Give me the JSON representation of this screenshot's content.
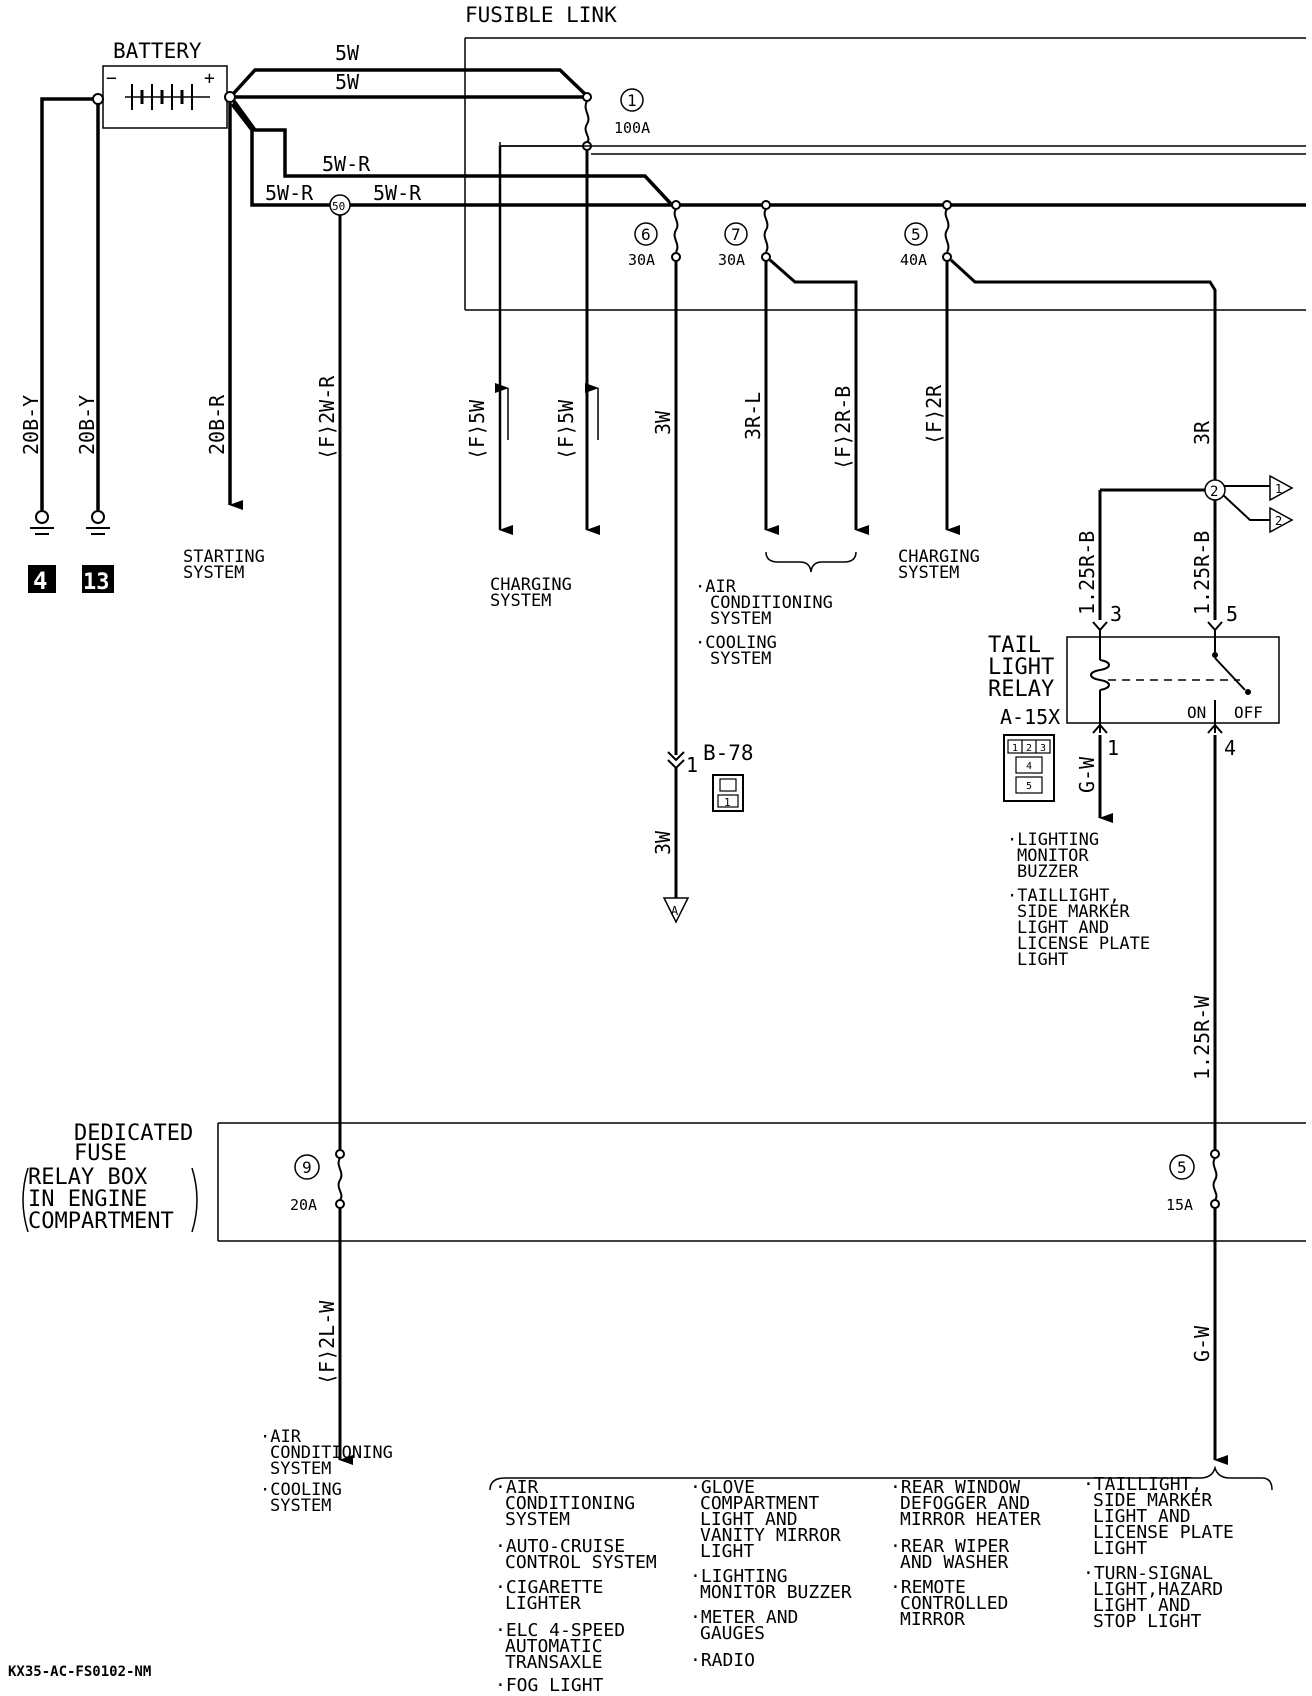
{
  "labels": {
    "fusible_link": "FUSIBLE LINK",
    "battery": "BATTERY",
    "battery_minus": "−",
    "battery_plus": "+",
    "dedicated_fuse_1": "DEDICATED",
    "dedicated_fuse_2": "FUSE",
    "dedicated_fuse_3": "RELAY BOX",
    "dedicated_fuse_4": "IN ENGINE",
    "dedicated_fuse_5": "COMPARTMENT",
    "tail_relay_1": "TAIL",
    "tail_relay_2": "LIGHT",
    "tail_relay_3": "RELAY",
    "tail_relay_connector": "A-15X",
    "relay_on": "ON",
    "relay_off": "OFF",
    "connector_b78": "B-78",
    "footer_code": "KX35-AC-FS0102-NM"
  },
  "wires": {
    "batt_1": "5W",
    "batt_2": "5W",
    "batt_3": "5W-R",
    "batt_4": "5W-R",
    "batt_5": "5W-R",
    "ground_1": "20B-Y",
    "ground_2": "20B-Y",
    "starter": "20B-R",
    "dedicated_feed": "⟨F⟩2W-R",
    "charge_1": "⟨F⟩5W",
    "charge_2": "⟨F⟩5W",
    "fuse6_out": "3W",
    "fuse7_out_a": "3R-L",
    "fuse7_out_b": "⟨F⟩2R-B",
    "fuse5_out_a": "⟨F⟩2R",
    "fuse5_out_b": "3R",
    "relay_in_1": "1.25R-B",
    "relay_in_2": "1.25R-B",
    "relay_out_1": "G-W",
    "relay_out_2": "1.25R-W",
    "b78_out": "3W",
    "fuse9_out": "⟨F⟩2L-W",
    "dfuse5_out": "G-W"
  },
  "fuses": {
    "f1_num": "1",
    "f1_amp": "100A",
    "f6_num": "6",
    "f6_amp": "30A",
    "f7_num": "7",
    "f7_amp": "30A",
    "f5_num": "5",
    "f5_amp": "40A",
    "d9_num": "9",
    "d9_amp": "20A",
    "d5_num": "5",
    "d5_amp": "15A"
  },
  "nodes": {
    "splice_50": "50",
    "splice_2": "2",
    "ref_1": "1",
    "ref_2": "2",
    "ref_a": "A",
    "ground_4": "4",
    "ground_13": "13"
  },
  "pins": {
    "p3": "3",
    "p5": "5",
    "p1": "1",
    "p4": "4",
    "b78_pin": "1",
    "conn_1": "1",
    "conn_2": "2",
    "conn_3": "3",
    "conn_4": "4",
    "conn_5": "5",
    "b78_c1": "1"
  },
  "systems": {
    "starting_1": "STARTING",
    "starting_2": "SYSTEM",
    "charging_a1": "CHARGING",
    "charging_a2": "SYSTEM",
    "charging_b1": "CHARGING",
    "charging_b2": "SYSTEM",
    "ac_a1": "·AIR",
    "ac_a2": "CONDITIONING",
    "ac_a3": "SYSTEM",
    "cool_a1": "·COOLING",
    "cool_a2": "SYSTEM",
    "lm_1": "·LIGHTING",
    "lm_2": "MONITOR",
    "lm_3": "BUZZER",
    "tl_1": "·TAILLIGHT,",
    "tl_2": "SIDE MARKER",
    "tl_3": "LIGHT AND",
    "tl_4": "LICENSE PLATE",
    "tl_5": "LIGHT",
    "ac_b1": "·AIR",
    "ac_b2": "CONDITIONING",
    "ac_b3": "SYSTEM",
    "cool_b1": "·COOLING",
    "cool_b2": "SYSTEM"
  },
  "bottom_list": {
    "c1_1a": "·AIR",
    "c1_1b": "CONDITIONING",
    "c1_1c": "SYSTEM",
    "c1_2a": "·AUTO-CRUISE",
    "c1_2b": "CONTROL SYSTEM",
    "c1_3a": "·CIGARETTE",
    "c1_3b": "LIGHTER",
    "c1_4a": "·ELC 4-SPEED",
    "c1_4b": "AUTOMATIC",
    "c1_4c": "TRANSAXLE",
    "c1_5a": "·FOG LIGHT",
    "c2_1a": "·GLOVE",
    "c2_1b": "COMPARTMENT",
    "c2_1c": "LIGHT AND",
    "c2_1d": "VANITY MIRROR",
    "c2_1e": "LIGHT",
    "c2_2a": "·LIGHTING",
    "c2_2b": "MONITOR BUZZER",
    "c2_3a": "·METER AND",
    "c2_3b": "GAUGES",
    "c2_4a": "·RADIO",
    "c3_1a": "·REAR WINDOW",
    "c3_1b": "DEFOGGER AND",
    "c3_1c": "MIRROR HEATER",
    "c3_2a": "·REAR WIPER",
    "c3_2b": "AND WASHER",
    "c3_3a": "·REMOTE",
    "c3_3b": "CONTROLLED",
    "c3_3c": "MIRROR",
    "c4_1a": "·TAILLIGHT,",
    "c4_1b": "SIDE MARKER",
    "c4_1c": "LIGHT AND",
    "c4_1d": "LICENSE PLATE",
    "c4_1e": "LIGHT",
    "c4_2a": "·TURN-SIGNAL",
    "c4_2b": "LIGHT,HAZARD",
    "c4_2c": "LIGHT AND",
    "c4_2d": "STOP LIGHT"
  }
}
